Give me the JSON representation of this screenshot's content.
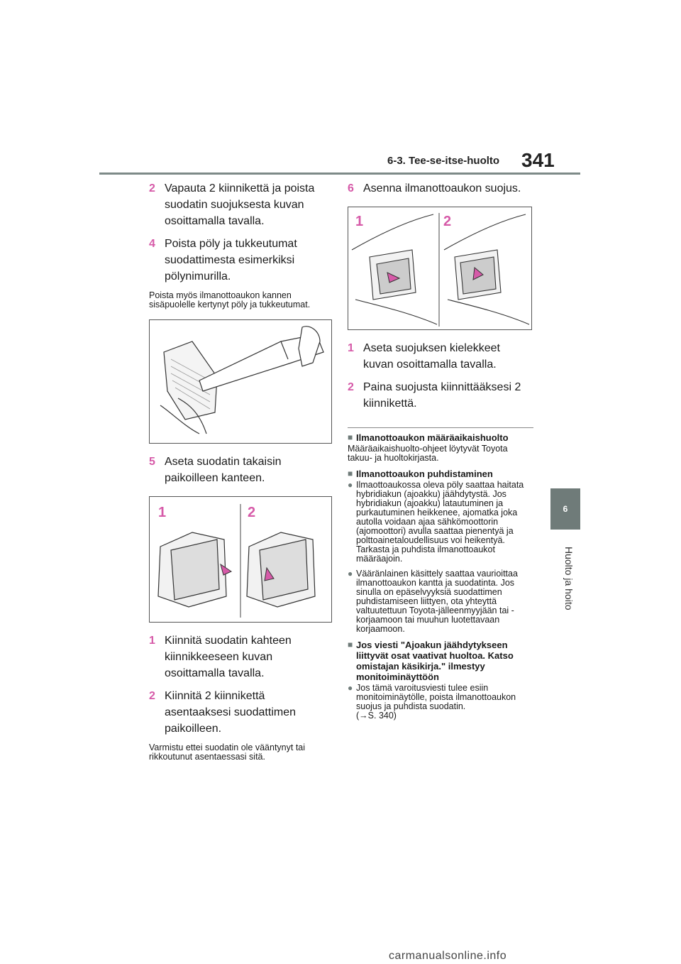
{
  "header": {
    "section": "6-3. Tee-se-itse-huolto",
    "page_number": "341"
  },
  "side_tab": {
    "number": "6",
    "label": "Huolto ja hoito"
  },
  "left": {
    "step2": {
      "num": "2",
      "text": "Vapauta 2 kiinnikettä ja poista suodatin suojuksesta kuvan osoittamalla tavalla."
    },
    "step4": {
      "num": "4",
      "text": "Poista pöly ja tukkeutumat suodattimesta esimerkiksi pölynimurilla."
    },
    "note1": "Poista myös ilmanottoaukon kannen sisäpuolelle kertynyt pöly ja tukkeutumat.",
    "step5": {
      "num": "5",
      "text": "Aseta suodatin takaisin paikoilleen kanteen."
    },
    "fig2": {
      "label1": "1",
      "label2": "2"
    },
    "sub1": {
      "num": "1",
      "text": "Kiinnitä suodatin kahteen kiinnikkeeseen kuvan osoittamalla tavalla."
    },
    "sub2": {
      "num": "2",
      "text": "Kiinnitä 2 kiinnikettä asentaaksesi suodattimen paikoilleen."
    },
    "note2": "Varmistu ettei suodatin ole vääntynyt tai rikkoutunut asentaessasi sitä."
  },
  "right": {
    "step6": {
      "num": "6",
      "text": "Asenna ilmanottoaukon suojus."
    },
    "fig3": {
      "label1": "1",
      "label2": "2"
    },
    "sub1": {
      "num": "1",
      "text": "Aseta suojuksen kielekkeet kuvan osoittamalla tavalla."
    },
    "sub2": {
      "num": "2",
      "text": "Paina suojusta kiinnittääksesi 2 kiinnikettä."
    },
    "sec1": {
      "title": "Ilmanottoaukon määräaikaishuolto",
      "text": "Määräaikaishuolto-ohjeet löytyvät Toyota takuu- ja huoltokirjasta."
    },
    "sec2": {
      "title": "Ilmanottoaukon puhdistaminen",
      "b1": "Ilmaottoaukossa oleva pöly saattaa haitata hybridiakun (ajoakku) jäähdytystä. Jos hybridiakun (ajoakku) latautuminen ja purkautuminen heikkenee, ajomatka joka autolla voidaan ajaa sähkömoottorin (ajomoottori) avulla saattaa pienentyä ja polttoainetaloudellisuus voi heikentyä.\nTarkasta ja puhdista ilmanottoaukot määräajoin.",
      "b2": "Vääränlainen käsittely saattaa vaurioittaa ilmanottoaukon kantta ja suodatinta. Jos sinulla on epäselvyyksiä suodattimen puhdistamiseen liittyen, ota yhteyttä valtuutettuun Toyota-jälleenmyyjään tai -korjaamoon tai muuhun luotettavaan korjaamoon."
    },
    "sec3": {
      "title": "Jos viesti \"Ajoakun jäähdytykseen liittyvät osat vaativat huoltoa. Katso omistajan käsikirja.\" ilmestyy monitoiminäyttöön",
      "b1": "Jos tämä varoitusviesti tulee esiin monitoiminäytölle, poista ilmanottoaukon suojus ja puhdista suodatin.\n(→S. 340)"
    }
  },
  "footer": "carmanualsonline.info",
  "colors": {
    "accent": "#d65aa8",
    "tab": "#6f7b79"
  }
}
